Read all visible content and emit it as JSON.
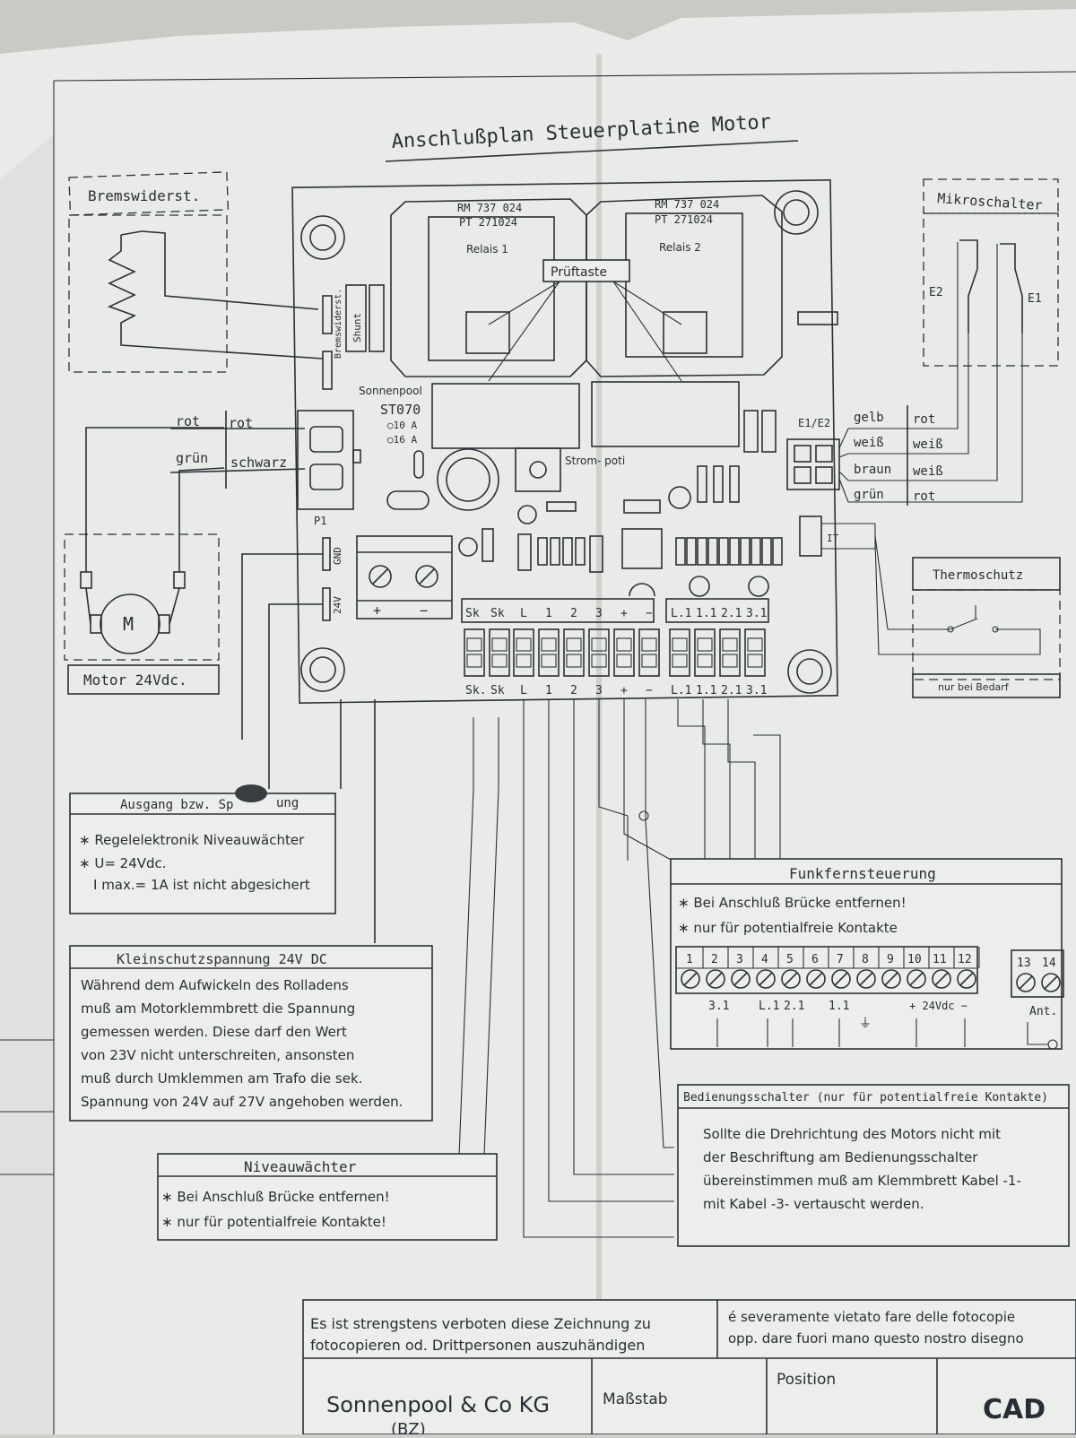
{
  "title": "Anschlußplan Steuerplatine Motor",
  "brake_resistor": {
    "label": "Bremswiderst."
  },
  "motor": {
    "label": "Motor 24Vdc.",
    "symbol": "M"
  },
  "motor_wires": [
    {
      "left": "rot",
      "right": "rot"
    },
    {
      "left": "grün",
      "right": "schwarz"
    }
  ],
  "board": {
    "brand": "Sonnenpool",
    "model": "ST070",
    "option_10a": "○10 A",
    "option_16a": "○16 A",
    "relay1": {
      "part1": "RM 737 024",
      "part2": "PT 271024",
      "name": "Relais 1"
    },
    "relay2": {
      "part1": "RM 737 024",
      "part2": "PT 271024",
      "name": "Relais 2"
    },
    "test_button": "Prüftaste",
    "strompoti": "Strom-\npoti",
    "shunt": "Shunt",
    "bremswiderst_conn": "Bremswiderst.",
    "p1": "P1",
    "gnd": "GND",
    "v24": "24V",
    "plus": "+",
    "minus": "−",
    "e1e2": "E1/E2",
    "it": "IT",
    "terminals_top": [
      "Sk",
      "Sk",
      "L",
      "1",
      "2",
      "3",
      "+",
      "−",
      "L.1",
      "1.1",
      "2.1",
      "3.1"
    ],
    "terminals_bottom": [
      "Sk.",
      "Sk",
      "L",
      "1",
      "2",
      "3",
      "+",
      "−",
      "L.1",
      "1.1",
      "2.1",
      "3.1"
    ]
  },
  "microswitch": {
    "label": "Mikroschalter",
    "e2": "E2",
    "e1": "E1",
    "wires": [
      {
        "left": "gelb",
        "right": "rot"
      },
      {
        "left": "weiß",
        "right": "weiß"
      },
      {
        "left": "braun",
        "right": "weiß"
      },
      {
        "left": "grün",
        "right": "rot"
      }
    ]
  },
  "thermo": {
    "label": "Thermoschutz",
    "note": "nur bei Bedarf"
  },
  "ausgang": {
    "title": "Ausgang bzw. Sp",
    "title_end": "ung",
    "items": [
      "∗ Regelelektronik  Niveauwächter",
      "∗ U= 24Vdc.",
      "I max.= 1A ist nicht abgesichert"
    ]
  },
  "kleinschutz": {
    "title": "Kleinschutzspannung 24V DC",
    "lines": [
      "Während dem Aufwickeln des Rolladens",
      "muß am Motorklemmbrett die Spannung",
      "gemessen werden. Diese darf den Wert",
      "von 23V nicht unterschreiten, ansonsten",
      "muß durch Umklemmen am Trafo die sek.",
      "Spannung von 24V auf 27V angehoben werden."
    ]
  },
  "niveau": {
    "title": "Niveauwächter",
    "items": [
      "∗ Bei Anschluß Brücke entfernen!",
      "∗ nur für potentialfreie Kontakte!"
    ]
  },
  "funk": {
    "title": "Funkfernsteuerung",
    "items": [
      "∗ Bei Anschluß Brücke entfernen!",
      "∗ nur für potentialfreie Kontakte"
    ],
    "terminals": [
      "1",
      "2",
      "3",
      "4",
      "5",
      "6",
      "7",
      "8",
      "9",
      "10",
      "11",
      "12"
    ],
    "ant_terminals": [
      "13",
      "14"
    ],
    "below": {
      "t31": "3.1",
      "l1": "L.1",
      "t21": "2.1",
      "t11": "1.1",
      "ground": "⏚",
      "v24": "+ 24Vdc −",
      "ant": "Ant."
    }
  },
  "bedienung": {
    "title": "Bedienungsschalter (nur für potentialfreie Kontakte)",
    "lines": [
      "Sollte die Drehrichtung des Motors nicht mit",
      "der Beschriftung am Bedienungsschalter",
      "übereinstimmen muß am Klemmbrett Kabel -1-",
      "mit Kabel -3- vertauscht werden."
    ]
  },
  "footer": {
    "german": [
      "Es ist strengstens verboten diese Zeichnung zu",
      "fotocopieren od. Drittpersonen auszuhändigen"
    ],
    "italian": [
      "é severamente vietato fare delle fotocopie",
      "opp. dare fuori mano questo nostro disegno"
    ],
    "company": "Sonnenpool & Co KG",
    "company_sub": "(BZ)",
    "massstab": "Maßstab",
    "position": "Position",
    "cad": "CAD"
  }
}
